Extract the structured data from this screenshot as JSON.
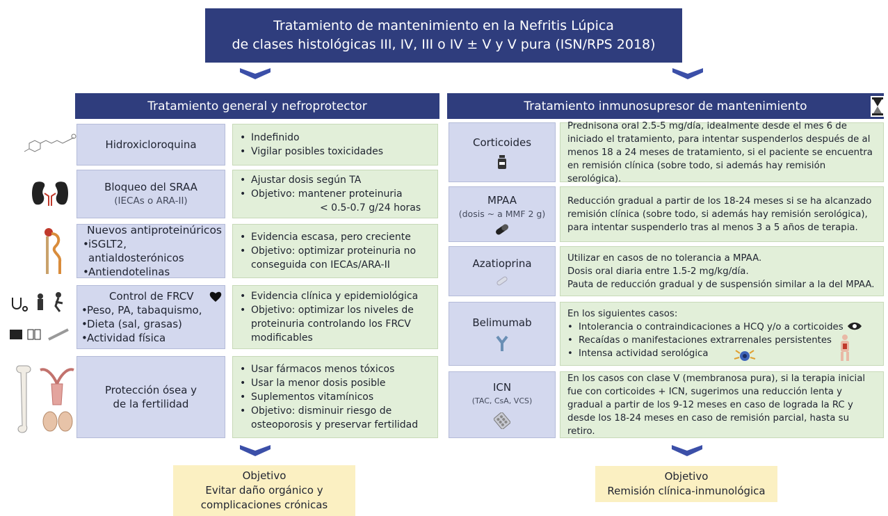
{
  "title": {
    "line1": "Tratamiento de mantenimiento en la Nefritis Lúpica",
    "line2": "de clases histológicas III, IV, III o IV ± V y V pura (ISN/RPS 2018)"
  },
  "left": {
    "header": "Tratamiento general y nefroprotector",
    "rows": [
      {
        "label": "Hidroxicloroquina",
        "items": [
          "Indefinido",
          "Vigilar posibles toxicidades"
        ]
      },
      {
        "label": "Bloqueo del SRAA",
        "sublabel": "(IECAs o ARA-II)",
        "items": [
          "Ajustar dosis según TA",
          "Objetivo: mantener proteinuria"
        ],
        "extra": "< 0.5-0.7 g/24 horas"
      },
      {
        "label": "Nuevos antiproteinúricos",
        "subitems": [
          "iSGLT2, antialdosterónicos",
          "Antiendotelinas"
        ],
        "items": [
          "Evidencia escasa, pero creciente",
          "Objetivo: optimizar proteinuria no conseguida con IECAs/ARA-II"
        ]
      },
      {
        "label": "Control de FRCV",
        "subitems": [
          "Peso, PA, tabaquismo,",
          "Dieta (sal, grasas)",
          "Actividad física"
        ],
        "items": [
          "Evidencia clínica y epidemiológica",
          "Objetivo: optimizar los niveles de proteinuria controlando los FRCV modificables"
        ]
      },
      {
        "label_line1": "Protección ósea y",
        "label_line2": "de la fertilidad",
        "items": [
          "Usar fármacos menos tóxicos",
          "Usar la menor dosis posible",
          "Suplementos vitamínicos",
          "Objetivo: disminuir riesgo de osteoporosis y preservar fertilidad"
        ]
      }
    ],
    "objective": {
      "title": "Objetivo",
      "line1": "Evitar daño orgánico y",
      "line2": "complicaciones crónicas"
    }
  },
  "right": {
    "header": "Tratamiento inmunosupresor de mantenimiento",
    "rows": [
      {
        "label": "Corticoides",
        "text": "Prednisona oral 2.5-5 mg/día, idealmente desde el mes 6 de iniciado el tratamiento, para intentar suspenderlos después de al menos 18 a 24 meses de tratamiento, si el paciente se encuentra en remisión clínica (sobre todo, si además hay remisión serológica)."
      },
      {
        "label": "MPAA",
        "sublabel": "(dosis ~ a MMF 2 g)",
        "text": "Reducción gradual a partir de los 18-24 meses si se ha alcanzado remisión clínica (sobre todo, si además hay remisión serológica), para intentar suspenderlo tras al menos 3 a 5 años de terapia."
      },
      {
        "label": "Azatioprina",
        "lines": [
          "Utilizar en casos de no tolerancia a MPAA.",
          "Dosis oral diaria entre 1.5-2 mg/kg/día.",
          "Pauta de reducción gradual y de suspensión similar a la del MPAA."
        ]
      },
      {
        "label": "Belimumab",
        "intro": "En los siguientes casos:",
        "items": [
          "Intolerancia o contraindicaciones a HCQ y/o a corticoides",
          "Recaídas o manifestaciones extrarrenales persistentes",
          "Intensa actividad serológica"
        ]
      },
      {
        "label": "ICN",
        "sublabel": "(TAC, CsA, VCS)",
        "text": "En los casos con clase V (membranosa pura), si la terapia inicial fue con corticoides + ICN, sugerimos una reducción lenta y gradual a partir de los 9-12 meses en caso de lograda la RC y desde los 18-24 meses en caso de remisión parcial, hasta su retiro."
      }
    ],
    "objective": {
      "title": "Objetivo",
      "line1": "Remisión clínica-inmunológica"
    }
  },
  "bullet": "•",
  "colors": {
    "navy": "#2f3d7d",
    "lavender": "#d3d8ee",
    "green": "#e2efd9",
    "objective": "#fbf0c2"
  }
}
